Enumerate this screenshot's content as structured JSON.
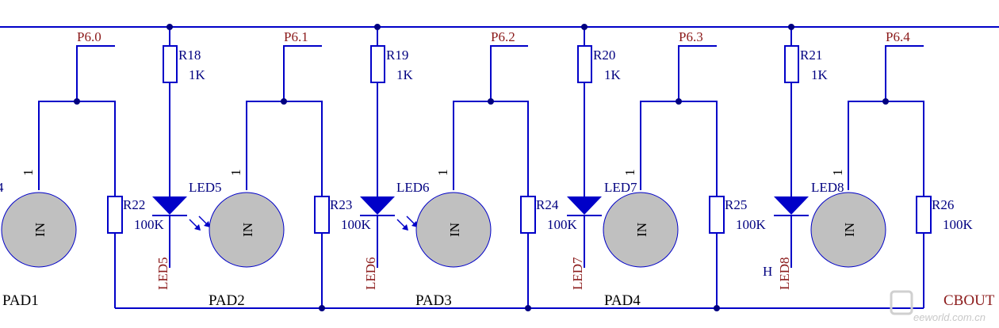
{
  "columns": [
    {
      "net": "P6.0",
      "pad": "PAD1",
      "pulldown_ref": "R22",
      "pulldown_value": "100K",
      "pin_number": "1"
    },
    {
      "net": "P6.1",
      "pad": "PAD2",
      "pulldown_ref": "R23",
      "pulldown_value": "100K",
      "pin_number": "1",
      "led_ref": "LED5",
      "led_net": "LED5"
    },
    {
      "net": "P6.2",
      "pad": "PAD3",
      "pulldown_ref": "R24",
      "pulldown_value": "100K",
      "pin_number": "1",
      "led_ref": "LED6",
      "led_net": "LED6"
    },
    {
      "net": "P6.3",
      "pad": "PAD4",
      "pulldown_ref": "R25",
      "pulldown_value": "100K",
      "pin_number": "1",
      "led_ref": "LED7",
      "led_net": "LED7"
    },
    {
      "net": "P6.4",
      "pad": "",
      "pulldown_ref": "R26",
      "pulldown_value": "100K",
      "pin_number": "1",
      "led_ref": "LED8",
      "led_net": "LED8"
    }
  ],
  "led_resistors": [
    {
      "ref": "R18",
      "value": "1K"
    },
    {
      "ref": "R19",
      "value": "1K"
    },
    {
      "ref": "R20",
      "value": "1K"
    },
    {
      "ref": "R21",
      "value": "1K"
    }
  ],
  "pad_label": "IN",
  "edge_fragment_left": "4",
  "edge_fragment_h": "H",
  "output_net": "CBOUT",
  "watermark": "eeworld.com.cn",
  "colors": {
    "wire": "#0000c8",
    "junction": "#000080",
    "pad_fill": "#c0c0c0",
    "net_label": "#8b1a1a"
  }
}
